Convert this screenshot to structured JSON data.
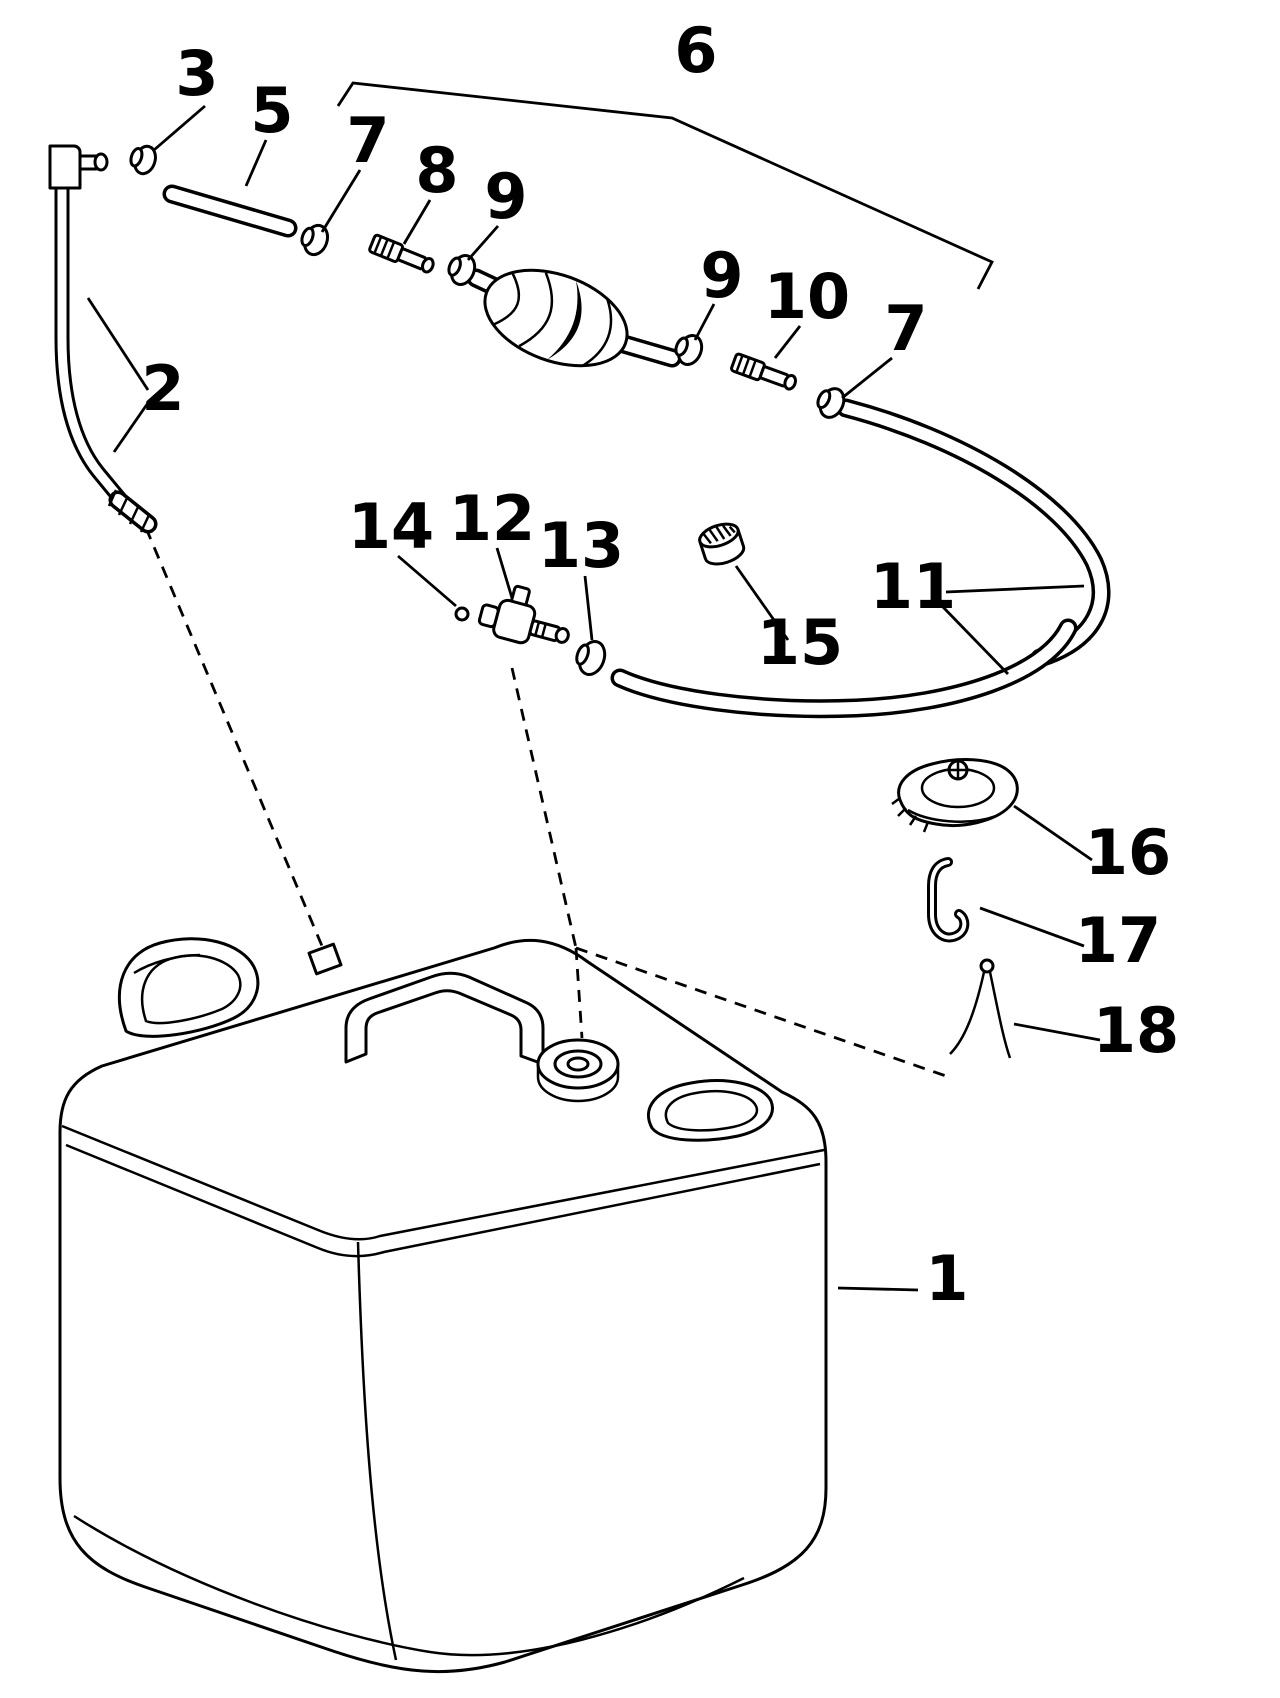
{
  "diagram": {
    "background_color": "#ffffff",
    "line_color": "#000000",
    "callouts": [
      {
        "label": "3"
      },
      {
        "label": "5"
      },
      {
        "label": "7"
      },
      {
        "label": "8"
      },
      {
        "label": "9"
      },
      {
        "label": "6"
      },
      {
        "label": "9"
      },
      {
        "label": "10"
      },
      {
        "label": "7"
      },
      {
        "label": "2"
      },
      {
        "label": "14"
      },
      {
        "label": "12"
      },
      {
        "label": "13"
      },
      {
        "label": "15"
      },
      {
        "label": "11"
      },
      {
        "label": "16"
      },
      {
        "label": "17"
      },
      {
        "label": "18"
      },
      {
        "label": "1"
      }
    ]
  }
}
